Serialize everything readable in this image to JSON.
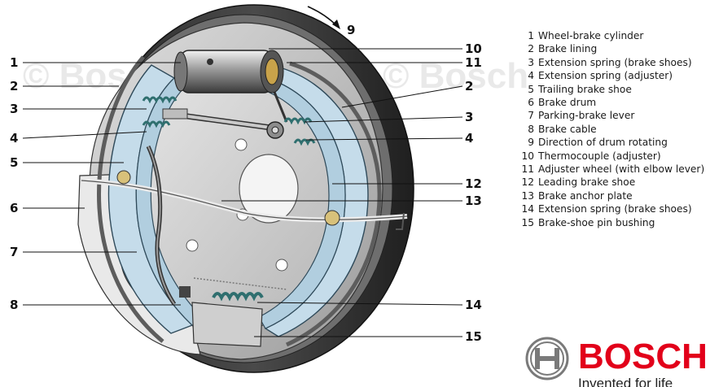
{
  "callouts_left": [
    {
      "id": "cl-1",
      "text": "1"
    },
    {
      "id": "cl-2",
      "text": "2"
    },
    {
      "id": "cl-3",
      "text": "3"
    },
    {
      "id": "cl-4",
      "text": "4"
    },
    {
      "id": "cl-5",
      "text": "5"
    },
    {
      "id": "cl-6",
      "text": "6"
    },
    {
      "id": "cl-7",
      "text": "7"
    },
    {
      "id": "cl-8",
      "text": "8"
    }
  ],
  "callouts_right": [
    {
      "id": "cr-10",
      "text": "10"
    },
    {
      "id": "cr-11",
      "text": "11"
    },
    {
      "id": "cr-2",
      "text": "2"
    },
    {
      "id": "cr-3",
      "text": "3"
    },
    {
      "id": "cr-4",
      "text": "4"
    },
    {
      "id": "cr-12",
      "text": "12"
    },
    {
      "id": "cr-13",
      "text": "13"
    },
    {
      "id": "cr-14",
      "text": "14"
    },
    {
      "id": "cr-15",
      "text": "15"
    }
  ],
  "callout_top": {
    "text": "9"
  },
  "watermark": "© Bosch",
  "legend": [
    {
      "num": "1",
      "label": "Wheel-brake cylinder"
    },
    {
      "num": "2",
      "label": "Brake lining"
    },
    {
      "num": "3",
      "label": "Extension spring (brake shoes)"
    },
    {
      "num": "4",
      "label": "Extension spring (adjuster)"
    },
    {
      "num": "5",
      "label": "Trailing brake shoe"
    },
    {
      "num": "6",
      "label": "Brake drum"
    },
    {
      "num": "7",
      "label": "Parking-brake lever"
    },
    {
      "num": "8",
      "label": "Brake cable"
    },
    {
      "num": "9",
      "label": "Direction of drum rotating"
    },
    {
      "num": "10",
      "label": "Thermocouple (adjuster)"
    },
    {
      "num": "11",
      "label": "Adjuster wheel (with elbow lever)"
    },
    {
      "num": "12",
      "label": "Leading brake shoe"
    },
    {
      "num": "13",
      "label": "Brake anchor plate"
    },
    {
      "num": "14",
      "label": "Extension spring (brake shoes)"
    },
    {
      "num": "15",
      "label": "Brake-shoe pin bushing"
    }
  ],
  "logo": {
    "brand": "BOSCH",
    "tagline": "Invented for life"
  },
  "colors": {
    "shoe_fill": "#c5dcea",
    "metal": "#c9c9c9",
    "drum_dark": "#3b3b3b",
    "brand_red": "#e2001a"
  }
}
